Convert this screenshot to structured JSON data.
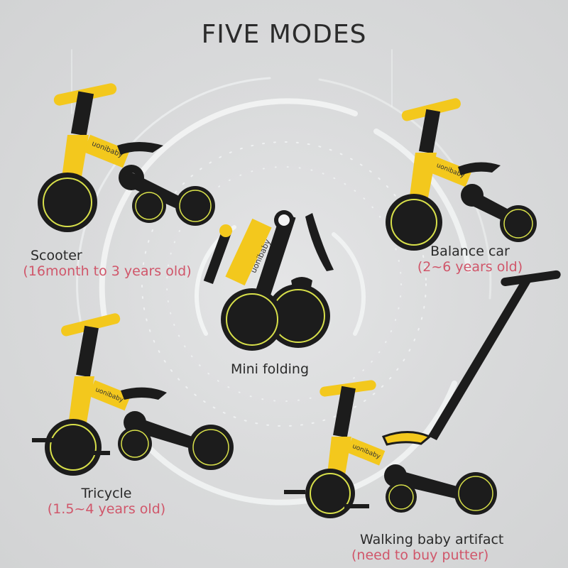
{
  "title": "FIVE MODES",
  "brand": "uonibaby",
  "colors": {
    "background": "#d6d7d8",
    "title_text": "#2b2b2b",
    "label_text": "#2a2a2a",
    "age_text": "#d0566a",
    "frame_yellow": "#f3c81d",
    "frame_black": "#1c1c1c",
    "wheel_rim": "#d8e04a",
    "ring_white": "#f4f6f6"
  },
  "modes": [
    {
      "name": "Scooter",
      "age": "(16month to 3 years old)"
    },
    {
      "name": "Balance car",
      "age": "(2~6 years old)"
    },
    {
      "name": "Mini folding",
      "age": ""
    },
    {
      "name": "Tricycle",
      "age": "(1.5~4 years old)"
    },
    {
      "name": "Walking baby artifact",
      "age": "(need to buy putter)"
    }
  ]
}
